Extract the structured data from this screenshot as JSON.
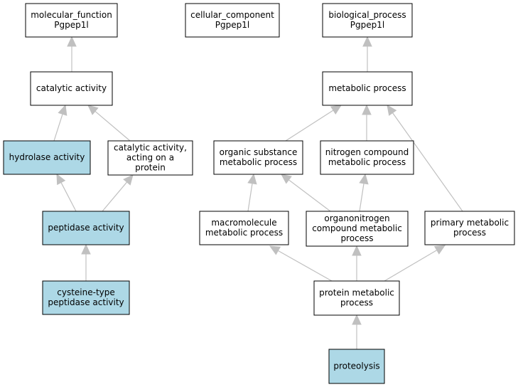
{
  "colors": {
    "highlight_fill": "#add8e6",
    "default_fill": "#ffffff",
    "edge_color": "#c0c0c0"
  },
  "nodes": [
    {
      "id": "molecular_function",
      "lines": [
        "molecular_function",
        "Pgpep1l"
      ],
      "highlighted": false
    },
    {
      "id": "cellular_component",
      "lines": [
        "cellular_component",
        "Pgpep1l"
      ],
      "highlighted": false
    },
    {
      "id": "biological_process",
      "lines": [
        "biological_process",
        "Pgpep1l"
      ],
      "highlighted": false
    },
    {
      "id": "catalytic_activity",
      "lines": [
        "catalytic activity"
      ],
      "highlighted": false
    },
    {
      "id": "metabolic_process",
      "lines": [
        "metabolic process"
      ],
      "highlighted": false
    },
    {
      "id": "hydrolase_activity",
      "lines": [
        "hydrolase activity"
      ],
      "highlighted": true
    },
    {
      "id": "catalytic_activity_protein",
      "lines": [
        "catalytic activity,",
        "acting on a",
        "protein"
      ],
      "highlighted": false
    },
    {
      "id": "organic_substance",
      "lines": [
        "organic substance",
        "metabolic process"
      ],
      "highlighted": false
    },
    {
      "id": "nitrogen_compound",
      "lines": [
        "nitrogen compound",
        "metabolic process"
      ],
      "highlighted": false
    },
    {
      "id": "peptidase_activity",
      "lines": [
        "peptidase activity"
      ],
      "highlighted": true
    },
    {
      "id": "macromolecule",
      "lines": [
        "macromolecule",
        "metabolic process"
      ],
      "highlighted": false
    },
    {
      "id": "organonitrogen",
      "lines": [
        "organonitrogen",
        "compound metabolic",
        "process"
      ],
      "highlighted": false
    },
    {
      "id": "primary_metabolic",
      "lines": [
        "primary metabolic",
        "process"
      ],
      "highlighted": false
    },
    {
      "id": "cysteine_peptidase",
      "lines": [
        "cysteine-type",
        "peptidase activity"
      ],
      "highlighted": true
    },
    {
      "id": "protein_metabolic",
      "lines": [
        "protein metabolic",
        "process"
      ],
      "highlighted": false
    },
    {
      "id": "proteolysis",
      "lines": [
        "proteolysis"
      ],
      "highlighted": true
    }
  ],
  "edges": [
    {
      "from": "catalytic_activity",
      "to": "molecular_function"
    },
    {
      "from": "hydrolase_activity",
      "to": "catalytic_activity"
    },
    {
      "from": "catalytic_activity_protein",
      "to": "catalytic_activity"
    },
    {
      "from": "peptidase_activity",
      "to": "hydrolase_activity"
    },
    {
      "from": "peptidase_activity",
      "to": "catalytic_activity_protein"
    },
    {
      "from": "cysteine_peptidase",
      "to": "peptidase_activity"
    },
    {
      "from": "metabolic_process",
      "to": "biological_process"
    },
    {
      "from": "organic_substance",
      "to": "metabolic_process"
    },
    {
      "from": "nitrogen_compound",
      "to": "metabolic_process"
    },
    {
      "from": "primary_metabolic",
      "to": "metabolic_process"
    },
    {
      "from": "macromolecule",
      "to": "organic_substance"
    },
    {
      "from": "organonitrogen",
      "to": "organic_substance"
    },
    {
      "from": "organonitrogen",
      "to": "nitrogen_compound"
    },
    {
      "from": "protein_metabolic",
      "to": "macromolecule"
    },
    {
      "from": "protein_metabolic",
      "to": "organonitrogen"
    },
    {
      "from": "protein_metabolic",
      "to": "primary_metabolic"
    },
    {
      "from": "proteolysis",
      "to": "protein_metabolic"
    }
  ]
}
